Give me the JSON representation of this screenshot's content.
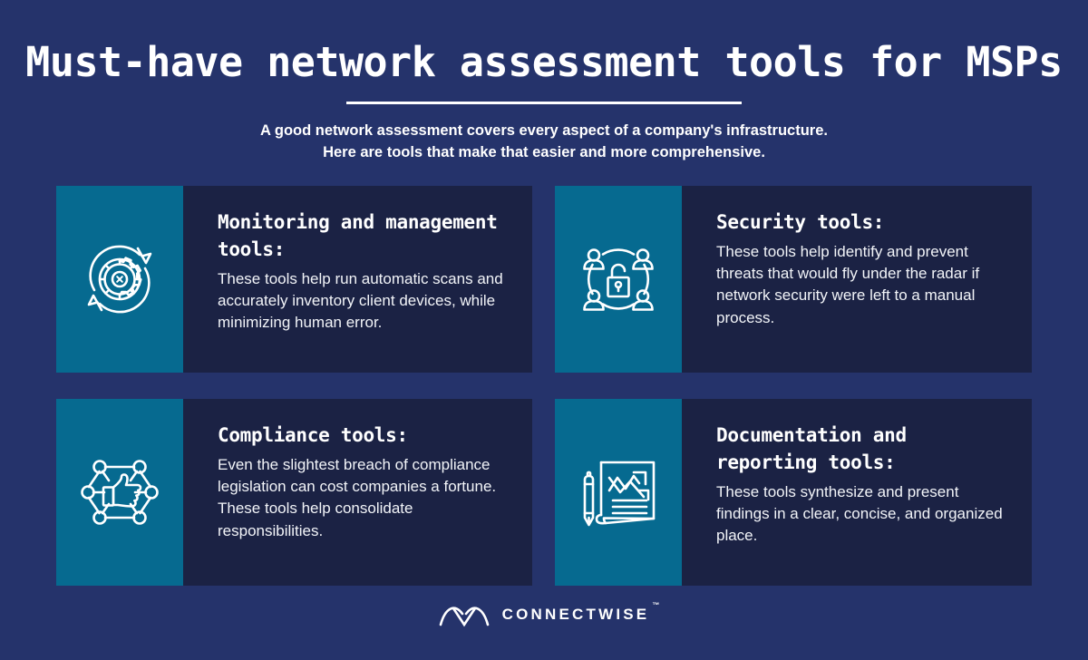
{
  "header": {
    "title": "Must-have network assessment tools for MSPs",
    "subtitle_line1": "A good network assessment covers every aspect of a company's infrastructure.",
    "subtitle_line2": "Here are tools that make that easier and more comprehensive."
  },
  "cards": [
    {
      "icon": "gear-refresh-icon",
      "heading": "Monitoring and management tools:",
      "text": "These tools help run automatic scans and accurately inventory client devices, while minimizing human error."
    },
    {
      "icon": "padlock-network-icon",
      "heading": "Security tools:",
      "text": "These tools help identify and prevent threats that would fly under the radar if network security were left to a manual process."
    },
    {
      "icon": "thumbs-up-hexagon-icon",
      "heading": "Compliance tools:",
      "text": "Even the slightest breach of compliance legislation can cost companies a fortune. These tools help consolidate responsibilities."
    },
    {
      "icon": "document-chart-pen-icon",
      "heading": "Documentation and reporting tools:",
      "text": "These tools synthesize and present findings in a clear, concise, and organized place."
    }
  ],
  "footer": {
    "logo_mark": "connectwise-w-mark-icon",
    "logo_text": "CONNECTWISE",
    "trademark": "™"
  },
  "colors": {
    "background": "#25336b",
    "card_body": "#1b2244",
    "icon_panel": "#066a90",
    "text": "#ffffff"
  }
}
